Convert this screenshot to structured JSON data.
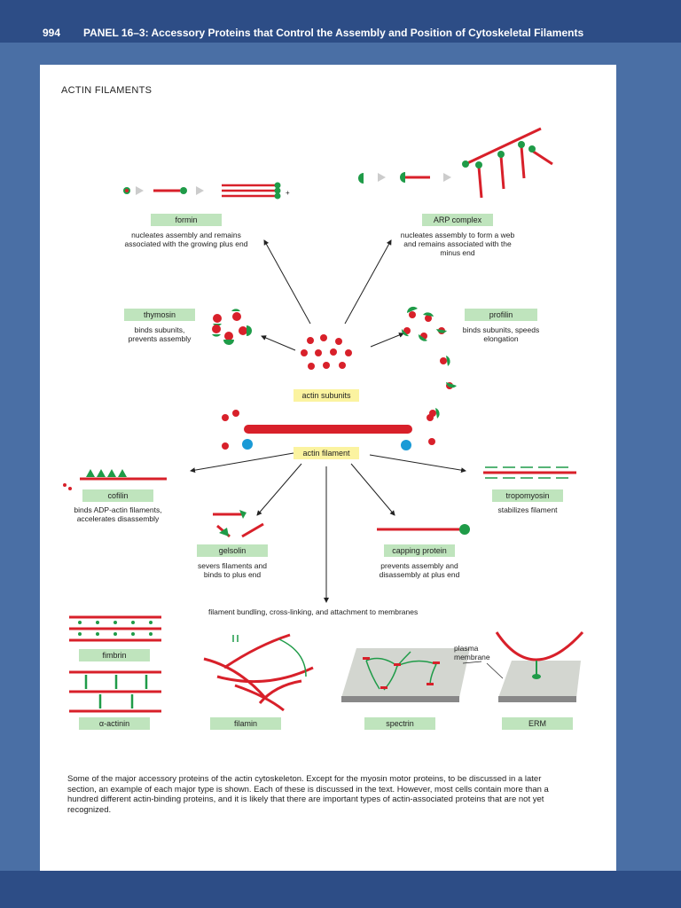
{
  "header": {
    "page_number": "994",
    "panel_label": "PANEL 16–3:",
    "panel_title": "Accessory Proteins that Control the Assembly and Position of Cytoskeletal Filaments"
  },
  "section_title": "ACTIN FILAMENTS",
  "proteins": {
    "formin": {
      "label": "formin",
      "desc": "nucleates assembly and remains associated with the growing plus end"
    },
    "arp": {
      "label": "ARP complex",
      "desc": "nucleates assembly to form a web and remains associated with the minus end"
    },
    "thymosin": {
      "label": "thymosin",
      "desc": "binds subunits, prevents assembly"
    },
    "profilin": {
      "label": "profilin",
      "desc": "binds subunits, speeds elongation"
    },
    "actin_subunits": {
      "label": "actin subunits"
    },
    "actin_filament": {
      "label": "actin filament"
    },
    "cofilin": {
      "label": "cofilin",
      "desc": "binds ADP-actin filaments, accelerates disassembly"
    },
    "gelsolin": {
      "label": "gelsolin",
      "desc": "severs filaments and binds to plus end"
    },
    "capping": {
      "label": "capping protein",
      "desc": "prevents assembly and disassembly at plus end"
    },
    "tropomyosin": {
      "label": "tropomyosin",
      "desc": "stabilizes filament"
    },
    "fimbrin": {
      "label": "fimbrin"
    },
    "alpha_actinin": {
      "label": "α-actinin"
    },
    "filamin": {
      "label": "filamin"
    },
    "spectrin": {
      "label": "spectrin"
    },
    "erm": {
      "label": "ERM"
    }
  },
  "bundling_label": "filament bundling, cross-linking, and attachment to membranes",
  "plasma_membrane": "plasma membrane",
  "caption": "Some of the major accessory proteins of the actin cytoskeleton. Except for the myosin motor proteins, to be discussed in a later section, an example of each major type is shown. Each of these is discussed in the text. However, most cells contain more than a hundred different actin-binding proteins, and it is likely that there are important types of actin-associated proteins that are not yet recognized.",
  "colors": {
    "actin_red": "#d8202a",
    "protein_green": "#1f9b48",
    "label_green": "#bfe4bd",
    "label_yellow": "#fbf3a0",
    "header_blue": "#2d4d86",
    "background_blue": "#4a6fa5"
  }
}
